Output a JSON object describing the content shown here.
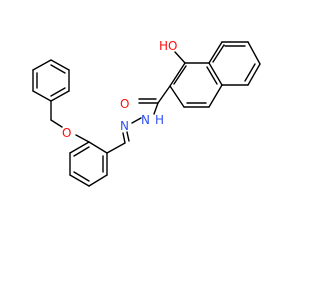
{
  "molecule": {
    "atom_labels": {
      "hydroxyl": "HO",
      "carbonyl_oxygen": "O",
      "amide_nitrogen": "N",
      "amide_hydrogen": "H",
      "imine_nitrogen": "N",
      "ether_oxygen": "O"
    },
    "colors": {
      "bond": "#000000",
      "oxygen": "#ff0d0d",
      "nitrogen": "#3050f8",
      "background": "#ffffff"
    }
  }
}
